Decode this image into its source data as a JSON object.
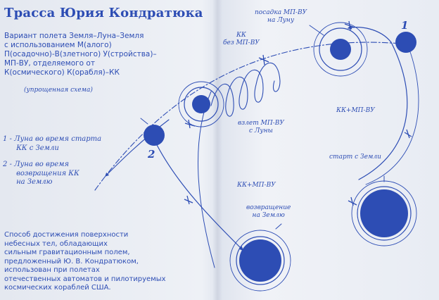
{
  "title": "Трасса Юрия Кондратюка",
  "description": "Вариант полета Земля–Луна–Земля\nс использованием М(алого)\nП(осадочно)-В(злетного) У(стройства)–\nМП-ВУ, отделяемого от\nК(осмического) К(орабля)–КК",
  "subtitle": "(упрощенная схема)",
  "legend": [
    {
      "text": "1 - Луна во время старта\n      КК с Земли"
    },
    {
      "text": "2 - Луна во время\n      возвращения КК\n      на Землю"
    }
  ],
  "method_text": "Способ достижения поверхности\nнебесных тел, обладающих\nсильным гравитационным полем,\nпредложенный Ю. В. Кондратюком,\nиспользован при полетах\nотечественных автоматов и пилотируемых\nкосмических кораблей США.",
  "labels": {
    "landing": "посадка МП-ВУ\nна Луну",
    "kk_without": "КК\nбез МП-ВУ",
    "takeoff": "взлет МП-ВУ\nс Луны",
    "kk_plus_top": "КК+МП-ВУ",
    "launch": "старт с Земли",
    "kk_plus_mid": "КК+МП-ВУ",
    "return": "возвращение\nна Землю"
  },
  "markers": {
    "moon1": "1",
    "moon2": "2"
  },
  "colors": {
    "ink": "#2d4db4",
    "paper": "#e9edf4"
  }
}
